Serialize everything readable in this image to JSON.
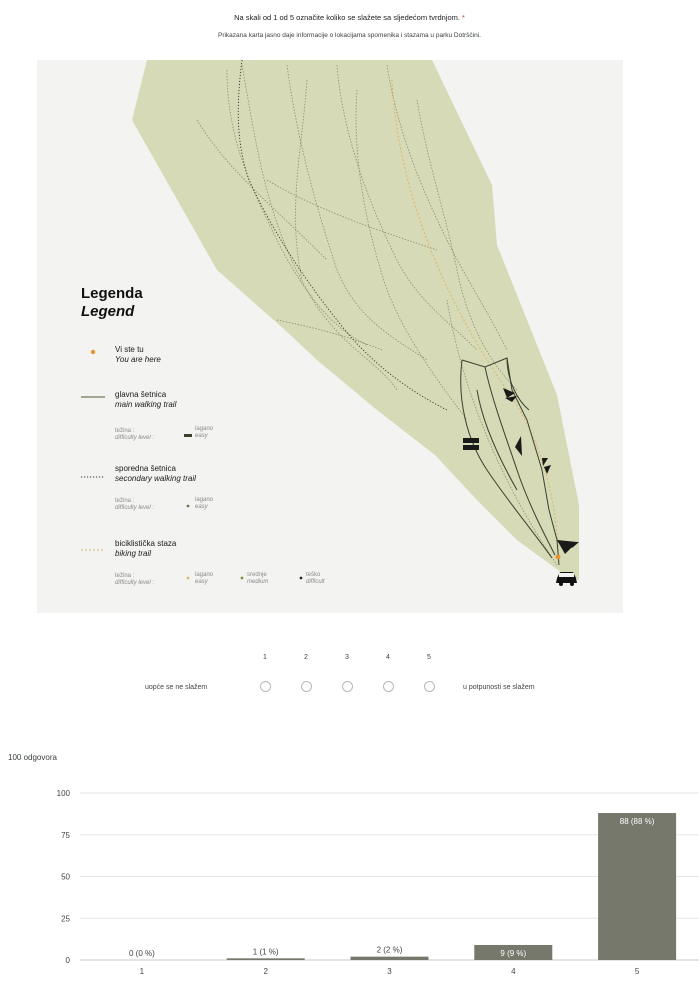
{
  "question": {
    "title": "Na skali od 1 od 5 označite koliko se slažete sa sljedećom tvrdnjom.",
    "required_mark": "*",
    "description": "Prikazana karta jasno daje informacije o lokacijama spomenika i stazama u parku Dotrščini."
  },
  "map": {
    "legend_title": "Legenda",
    "legend_title_en": "Legend",
    "you_are_here": "Vi ste tu",
    "you_are_here_en": "You are here",
    "main_trail": "glavna šetnica",
    "main_trail_en": "main walking trail",
    "difficulty_hr": "težina :",
    "difficulty_en": "difficulty level :",
    "easy_hr": "lagano",
    "easy_en": "easy",
    "medium_hr": "srednje",
    "medium_en": "medium",
    "hard_hr": "teško",
    "hard_en": "difficult",
    "secondary_trail": "sporedna šetnica",
    "secondary_trail_en": "secondary walking trail",
    "bike_trail": "biciklistička staza",
    "bike_trail_en": "biking trail",
    "colors": {
      "park": "#d6dab6",
      "main_trail": "#6f7757",
      "bike_trail": "#d9b66b",
      "you_are_here": "#e9932f"
    },
    "icons": [
      "car-icon",
      "monument-icon"
    ]
  },
  "scale": {
    "numbers": [
      "1",
      "2",
      "3",
      "4",
      "5"
    ],
    "low_label": "uopće se ne slažem",
    "high_label": "u potpunosti se slažem"
  },
  "responses_label": "100 odgovora",
  "chart_data": {
    "type": "bar",
    "categories": [
      "1",
      "2",
      "3",
      "4",
      "5"
    ],
    "values": [
      0,
      1,
      2,
      9,
      88
    ],
    "data_labels": [
      "0 (0 %)",
      "1 (1 %)",
      "2 (2 %)",
      "9 (9 %)",
      "88 (88 %)"
    ],
    "yticks": [
      "0",
      "25",
      "50",
      "75",
      "100"
    ],
    "ylim": [
      0,
      100
    ],
    "grid": true,
    "bar_color": "#76786c"
  }
}
